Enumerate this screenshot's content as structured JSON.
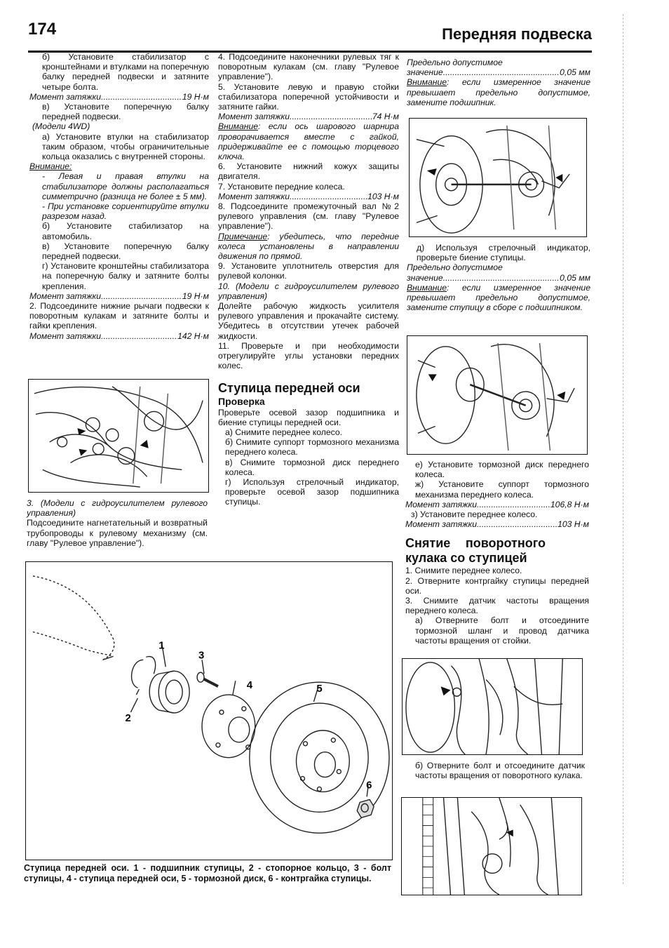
{
  "header": {
    "page_number": "174",
    "section_title": "Передняя подвеска"
  },
  "col1": [
    "б) Установите стабилизатор с кронштейнами и втулками на поперечную балку передней подвески и затяните четыре болта.",
    "Момент затяжки",
    "19 Н·м",
    "в) Установите поперечную балку передней подвески.",
    "(Модели 4WD)",
    "а) Установите втулки на стабилизатор таким образом, чтобы ограничительные кольца оказались с внутренней стороны.",
    "Внимание:",
    "- Левая и правая втулки на стабилизаторе должны располагаться симметрично (разница не более ± 5 мм).",
    "- При установке сориентируйте втулки разрезом назад.",
    "б) Установите стабилизатор на автомобиль.",
    "в) Установите поперечную балку передней подвески.",
    "г) Установите кронштейны стабилизатора на поперечную балку и затяните болты крепления.",
    "Момент затяжки",
    "19 Н·м",
    "2. Подсоедините нижние рычаги подвески к поворотным кулакам и затяните болты и гайки крепления.",
    "Момент затяжки",
    "142 Н·м",
    "3. (Модели с гидроусилителем рулевого управления)",
    "Подсоедините нагнетательный и возвратный трубопроводы к рулевому механизму (см. главу \"Рулевое управление\")."
  ],
  "col2": [
    "4. Подсоедините наконечники рулевых тяг к поворотным кулакам (см. главу \"Рулевое управление\").",
    "5. Установите левую и правую стойки стабилизатора поперечной устойчивости и затяните гайки.",
    "Момент затяжки",
    "74 Н·м",
    "Внимание",
    ": если ось шарового шарнира проворачивается вместе с гайкой, придерживайте ее с помощью торцевого ключа.",
    "6. Установите нижний кожух защиты двигателя.",
    "7. Установите передние колеса.",
    "Момент затяжки",
    "103 Н·м",
    "8. Подсоедините промежуточный вал №2 рулевого управления (см. главу \"Рулевое управление\").",
    "Примечание",
    ": убедитесь, что передние колеса установлены в направлении движения по прямой.",
    "9. Установите уплотнитель отверстия для рулевой колонки.",
    "10. (Модели с гидроусилителем рулевого управления)",
    "Долейте рабочую жидкость усилителя рулевого управления и прокачайте систему. Убедитесь в отсутствии утечек рабочей жидкости.",
    "11. Проверьте и при необходимости отрегулируйте углы установки передних колес.",
    "Ступица передней оси",
    "Проверка",
    "Проверьте осевой зазор подшипника и биение ступицы передней оси.",
    "а) Снимите переднее колесо.",
    "б) Снимите суппорт тормозного механизма переднего колеса.",
    "в) Снимите тормозной диск переднего колеса.",
    "г) Используя стрелочный индикатор, проверьте осевой зазор подшипника ступицы."
  ],
  "col3": [
    "Предельно допустимое",
    "значение",
    "0,05 мм",
    "Внимание",
    ": если измеренное значение превышает предельно допустимое, замените подшипник.",
    "д) Используя стрелочный индикатор, проверьте биение ступицы.",
    "Предельно допустимое",
    "значение",
    "0,05 мм",
    "Внимание",
    ": если измеренное значение превышает предельно допустимое, замените ступицу в сборе с подшипником.",
    "е) Установите тормозной диск переднего колеса.",
    "ж) Установите суппорт тормозного механизма переднего колеса.",
    "Момент затяжки",
    "106,8 Н·м",
    "з) Установите переднее колесо.",
    "Момент затяжки",
    "103 Н·м",
    "Снятие поворотного кулака со ступицей",
    "1. Снимите переднее колесо.",
    "2. Отверните контргайку ступицы передней оси.",
    "3. Снимите датчик частоты вращения переднего колеса.",
    "а) Отверните болт и отсоедините тормозной шланг и провод датчика частоты вращения от стойки.",
    "б) Отверните болт и отсоедините датчик частоты вращения от поворотного кулака."
  ],
  "figure": {
    "labels": [
      "1",
      "2",
      "3",
      "4",
      "5",
      "6"
    ],
    "caption": "Ступица передней оси. 1 - подшипник ступицы, 2 - стопорное кольцо, 3 - болт ступицы, 4 - ступица передней оси, 5 - тормозной диск, 6 - контргайка ступицы."
  }
}
